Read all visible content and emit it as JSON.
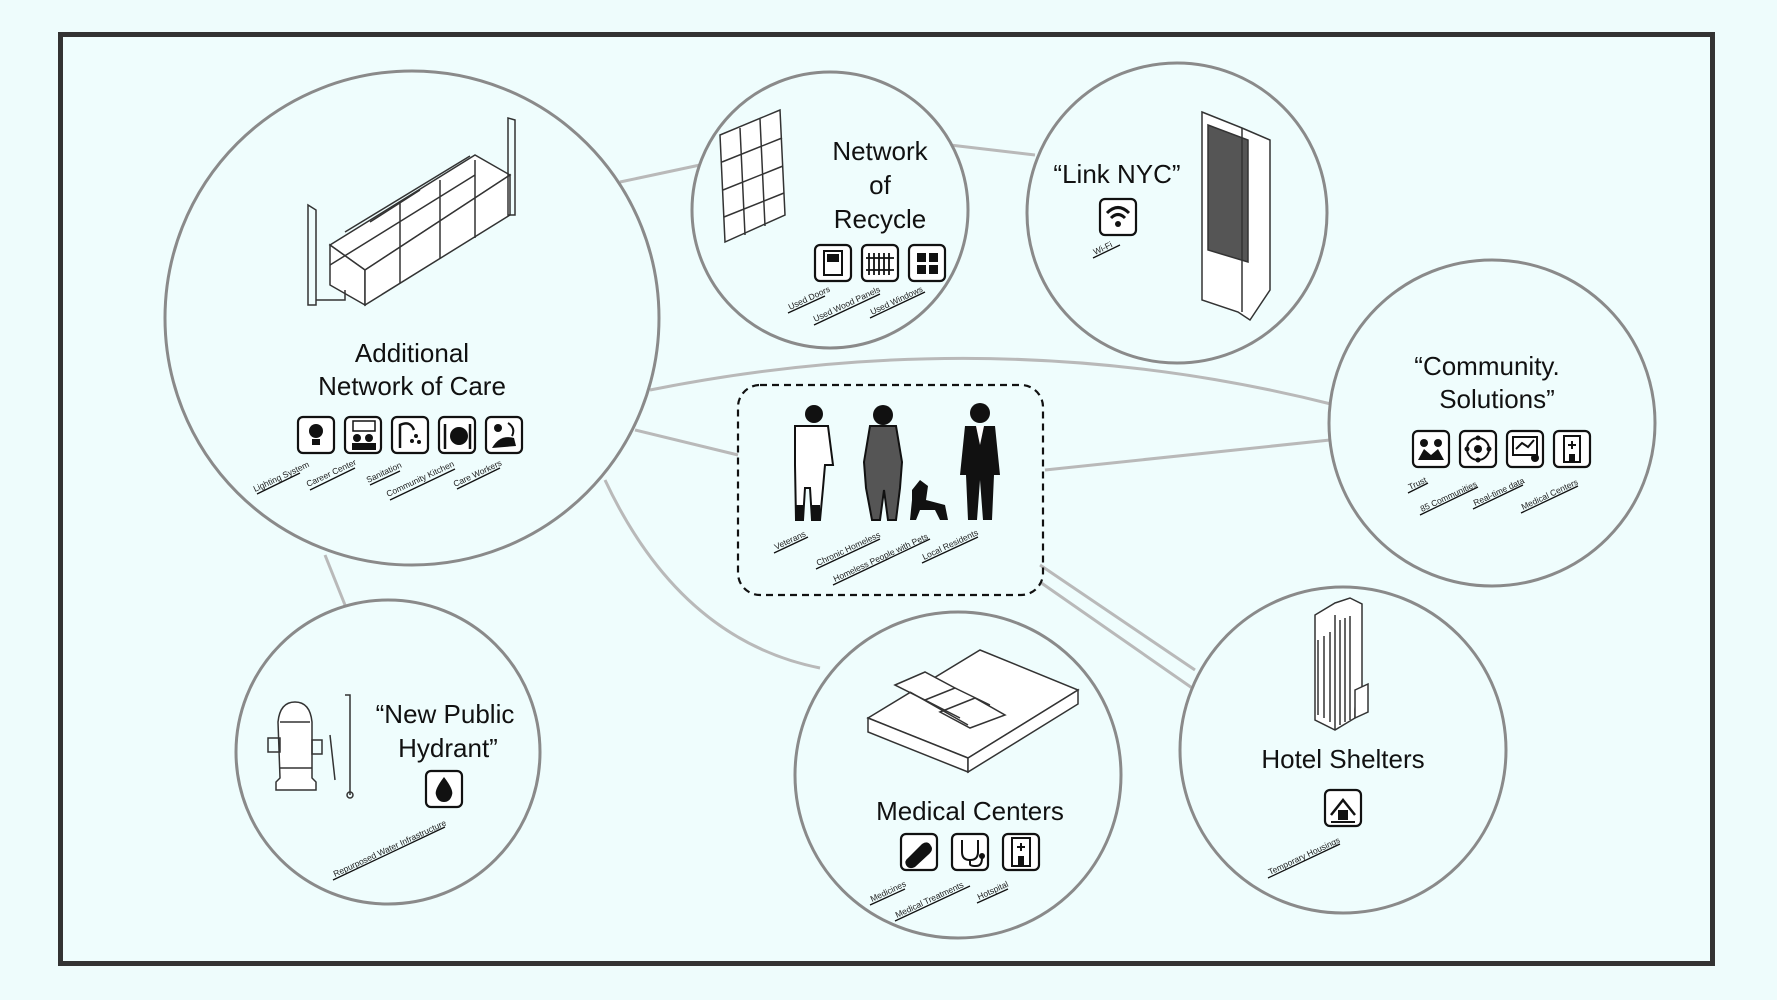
{
  "hub": {
    "labels": [
      "Veterans",
      "Chronic Homeless",
      "Homeless People with Pets",
      "Local Residents"
    ]
  },
  "nodes": {
    "care": {
      "title_l1": "Additional",
      "title_l2": "Network of Care",
      "icons": [
        "lightbulb-icon",
        "career-center-icon",
        "sanitation-icon",
        "community-kitchen-icon",
        "care-workers-icon"
      ],
      "labels": [
        "Lighting System",
        "Career Center",
        "Sanitation",
        "Community Kitchen",
        "Care Workers"
      ]
    },
    "recycle": {
      "title_l1": "Network",
      "title_l2": "of",
      "title_l3": "Recycle",
      "icons": [
        "used-doors-icon",
        "wood-panels-icon",
        "used-windows-icon"
      ],
      "labels": [
        "Used Doors",
        "Used Wood Panels",
        "Used Windows"
      ]
    },
    "linknyc": {
      "title": "“Link NYC”",
      "icons": [
        "wifi-icon"
      ],
      "labels": [
        "Wi-Fi"
      ]
    },
    "community": {
      "title_l1": "“Community.",
      "title_l2": "Solutions”",
      "icons": [
        "trust-icon",
        "communities-icon",
        "realtime-data-icon",
        "medical-center-icon"
      ],
      "labels": [
        "Trust",
        "85 Communities",
        "Real-time data",
        "Medical Centers"
      ]
    },
    "hydrant": {
      "title_l1": "“New Public",
      "title_l2": "Hydrant”",
      "icons": [
        "water-drop-icon"
      ],
      "labels": [
        "Repurposed Water Infrastructure"
      ]
    },
    "medical": {
      "title": "Medical Centers",
      "icons": [
        "medicines-icon",
        "stethoscope-icon",
        "hospital-icon"
      ],
      "labels": [
        "Medicines",
        "Medical Treatments",
        "Hotspital"
      ]
    },
    "hotel": {
      "title": "Hotel Shelters",
      "icons": [
        "temporary-housing-icon"
      ],
      "labels": [
        "Temporary Housings"
      ]
    }
  }
}
